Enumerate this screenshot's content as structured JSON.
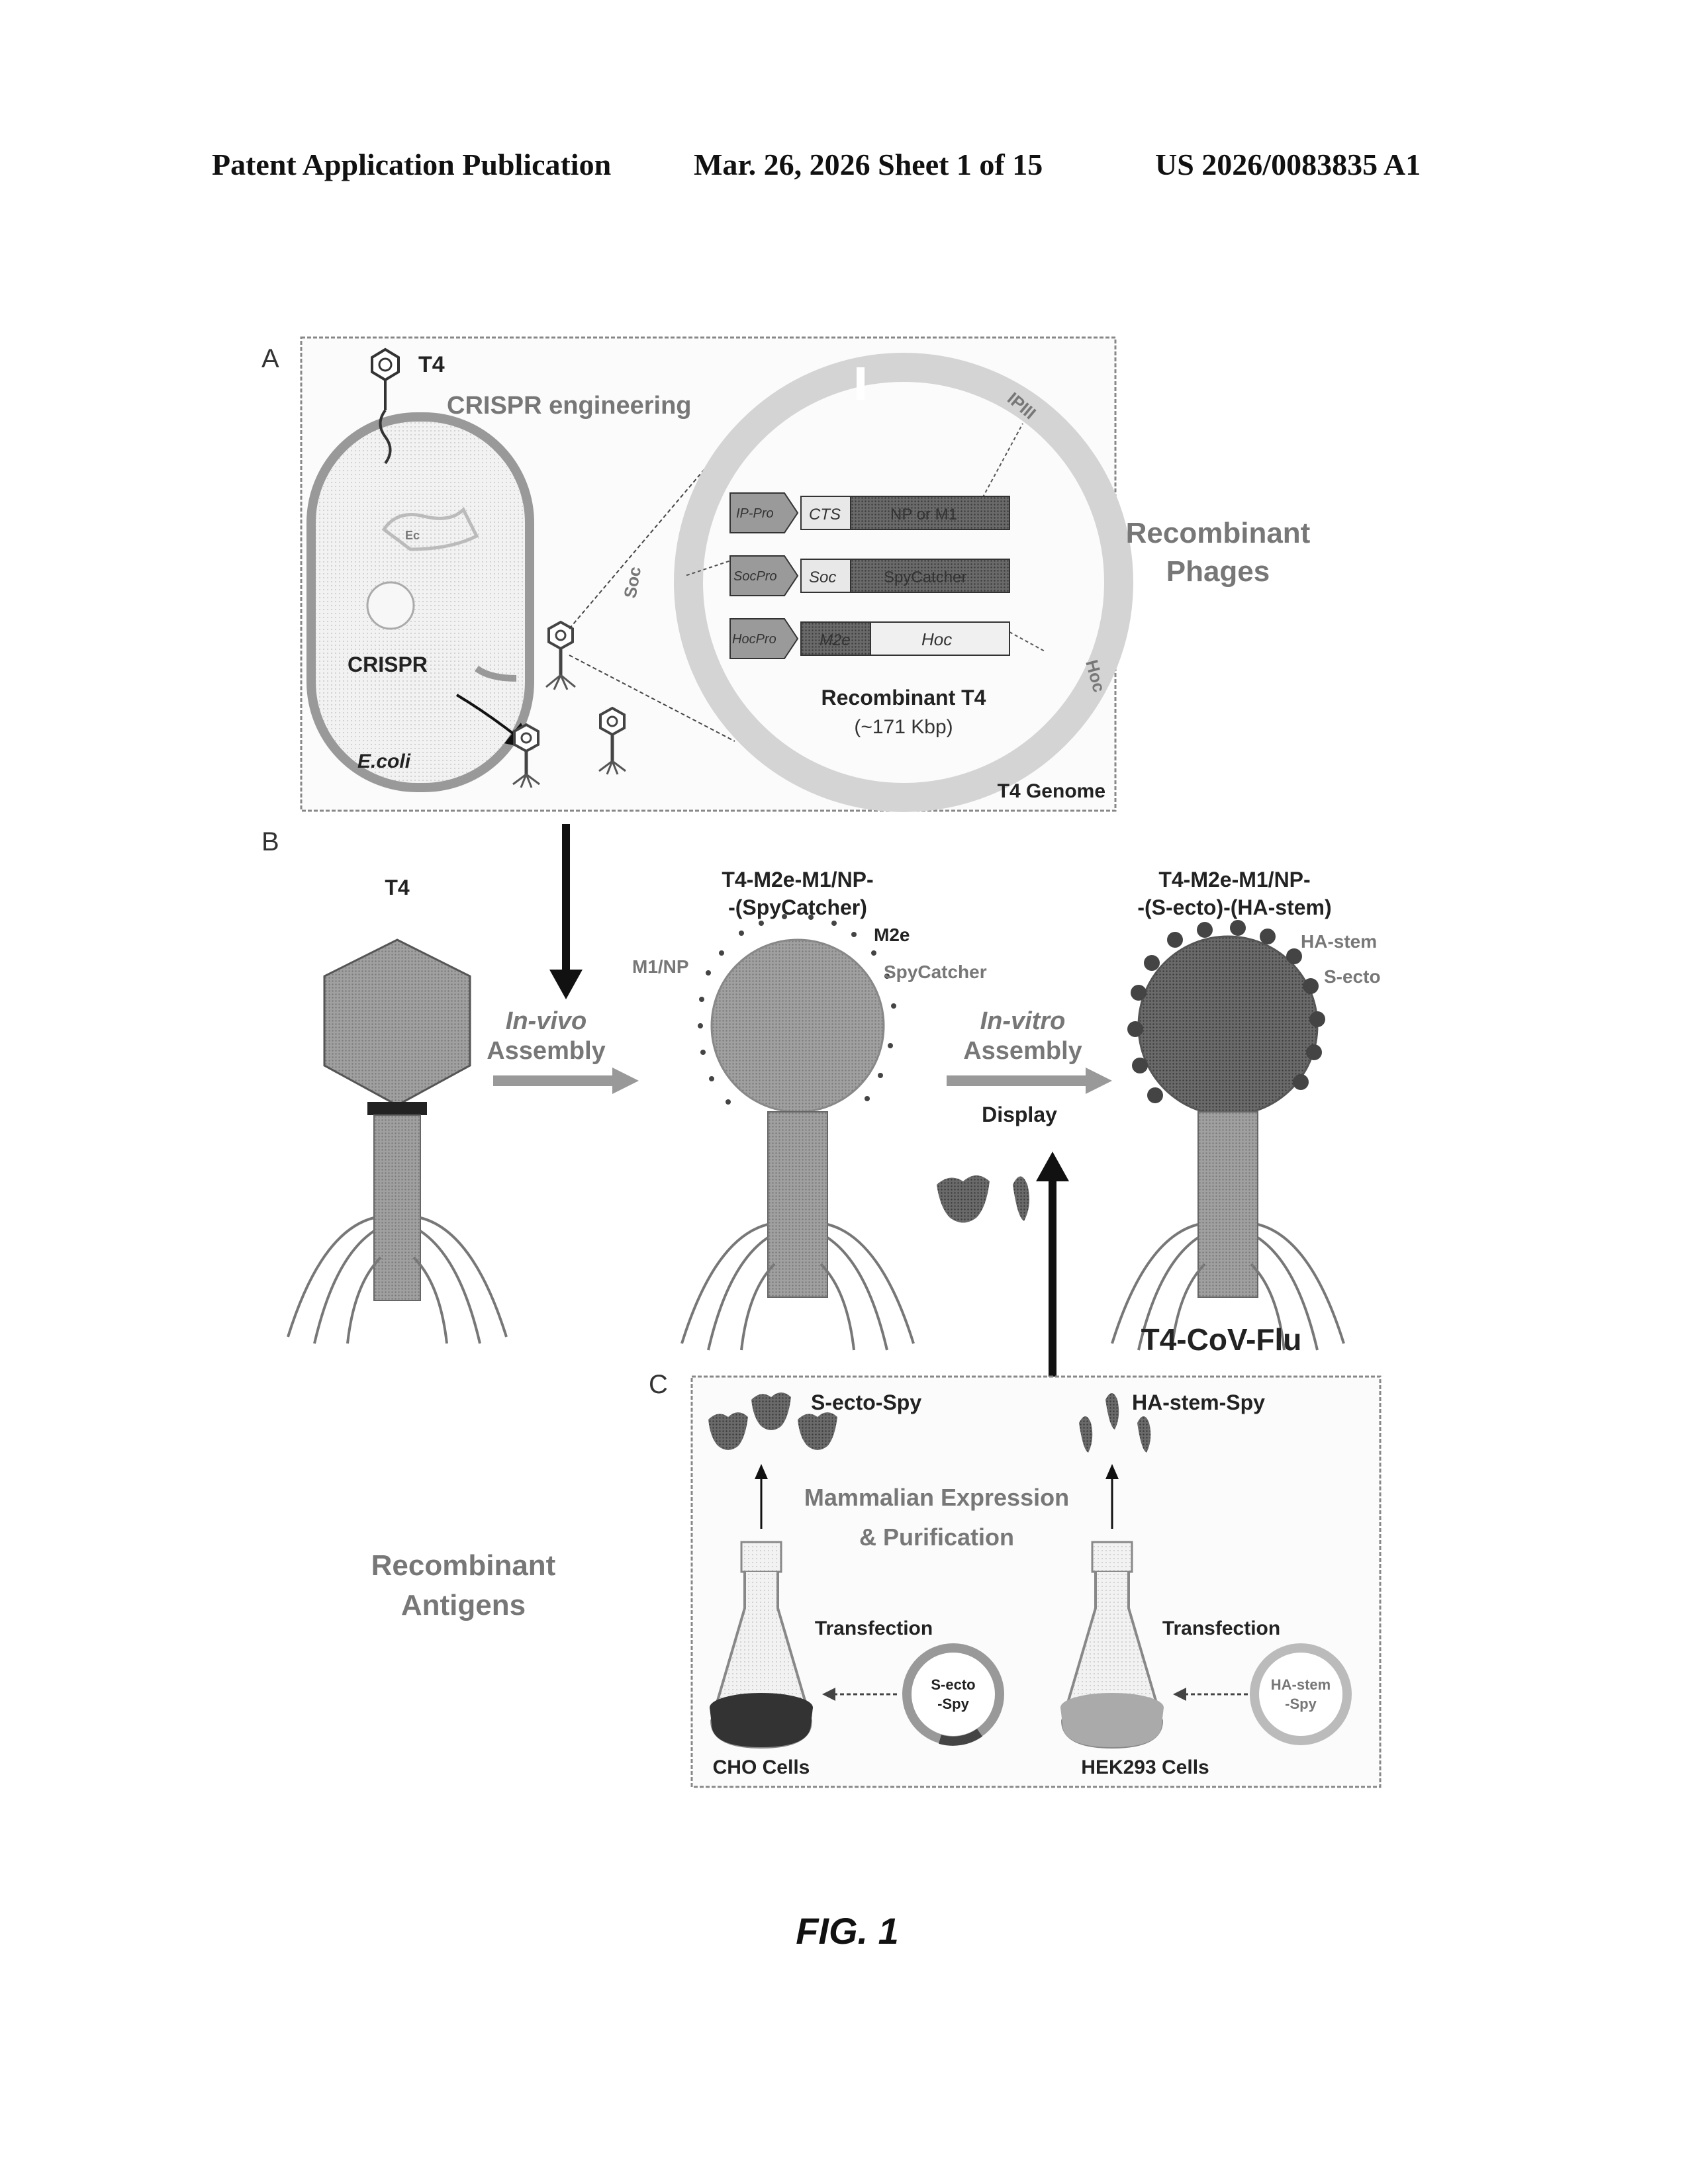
{
  "header": {
    "left": "Patent Application Publication",
    "date_sheet": "Mar. 26, 2026  Sheet 1 of 15",
    "number": "US 2026/0083835 A1"
  },
  "figure_caption": "FIG. 1",
  "panel_a": {
    "letter": "A",
    "t4": "T4",
    "crispr_engineering": "CRISPR engineering",
    "crispr": "CRISPR",
    "ecoli": "E.coli",
    "recombinant_t4": "Recombinant T4",
    "size": "(~171 Kbp)",
    "genome": "T4 Genome",
    "recombinant_phages_1": "Recombinant",
    "recombinant_phages_2": "Phages",
    "ring_ipiii": "IPIII",
    "ring_soc": "Soc",
    "ring_hoc": "Hoc",
    "cell_label": "Ec",
    "constructs": [
      {
        "promoter": "IP-Pro",
        "tag": "CTS",
        "gene": "NP or M1"
      },
      {
        "promoter": "SocPro",
        "tag": "Soc",
        "gene": "SpyCatcher"
      },
      {
        "promoter": "HocPro",
        "tag": "M2e",
        "gene": "Hoc"
      }
    ]
  },
  "panel_b": {
    "letter": "B",
    "t4": "T4",
    "in_vivo_1": "In-vivo",
    "in_vivo_2": "Assembly",
    "mid_title_1": "T4-M2e-M1/NP-",
    "mid_title_2": "-(SpyCatcher)",
    "m2e": "M2e",
    "m1np": "M1/NP",
    "spycatcher": "SpyCatcher",
    "in_vitro_1": "In-vitro",
    "in_vitro_2": "Assembly",
    "display": "Display",
    "right_title_1": "T4-M2e-M1/NP-",
    "right_title_2": "-(S-ecto)-(HA-stem)",
    "ha_stem": "HA-stem",
    "s_ecto": "S-ecto",
    "product": "T4-CoV-Flu"
  },
  "panel_c": {
    "letter": "C",
    "s_ecto_spy": "S-ecto-Spy",
    "ha_stem_spy": "HA-stem-Spy",
    "expression_1": "Mammalian Expression",
    "expression_2": "& Purification",
    "transfection_left": "Transfection",
    "transfection_right": "Transfection",
    "plasmid_left_1": "S-ecto",
    "plasmid_left_2": "-Spy",
    "plasmid_right_1": "HA-stem",
    "plasmid_right_2": "-Spy",
    "cho": "CHO Cells",
    "hek": "HEK293 Cells",
    "antigens_1": "Recombinant",
    "antigens_2": "Antigens"
  }
}
